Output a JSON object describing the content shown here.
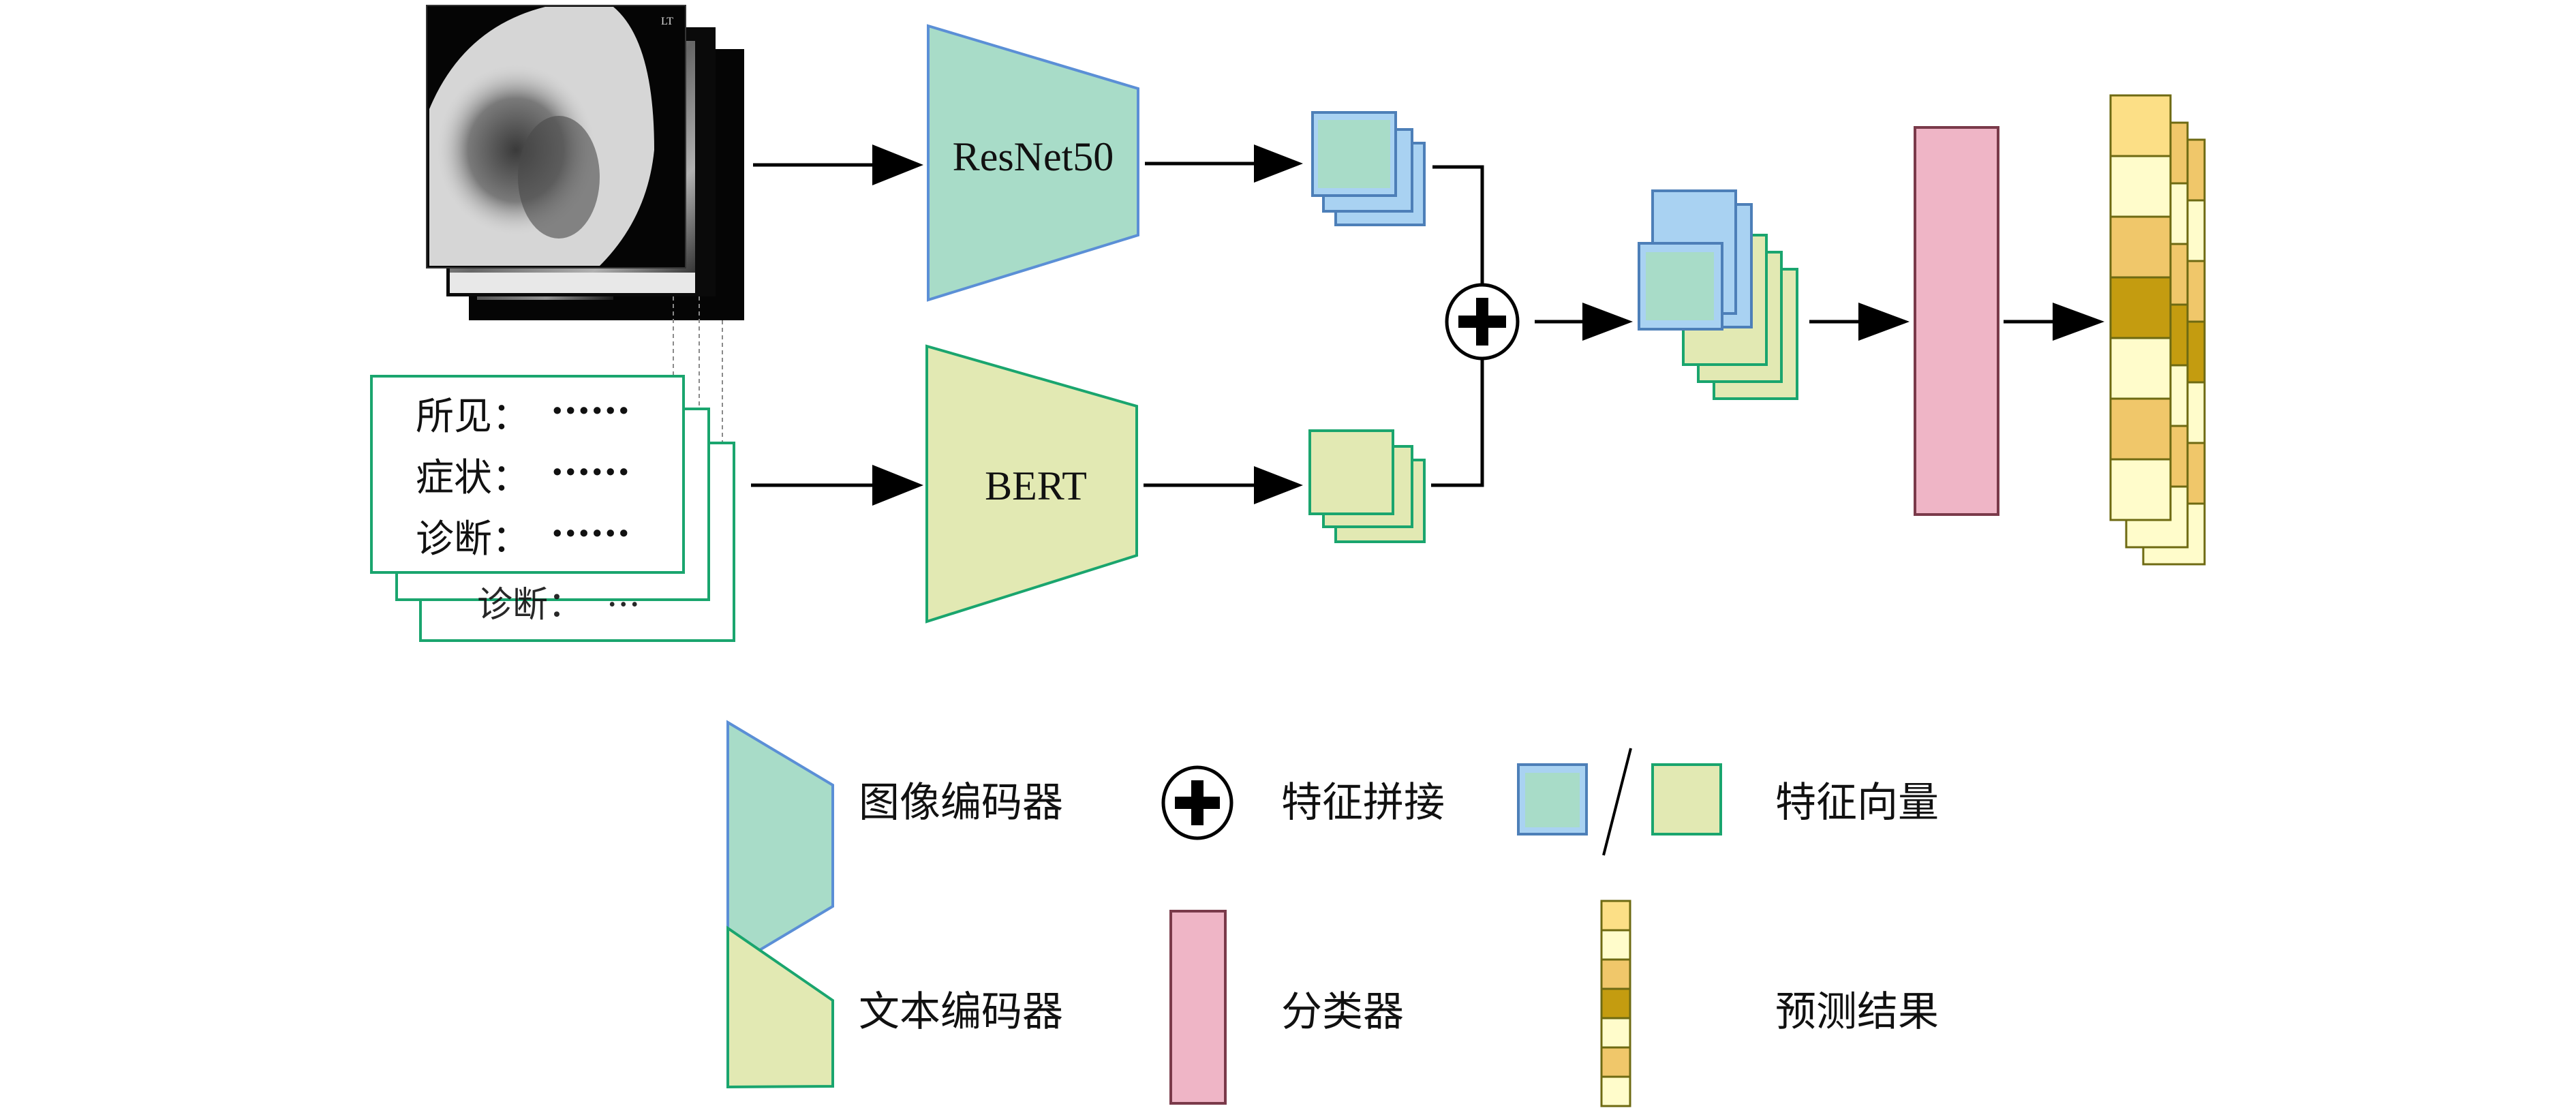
{
  "diagram": {
    "inputs": {
      "image": {
        "marker": "LT"
      },
      "report": {
        "lines": [
          {
            "label": "所见：",
            "dots": "······"
          },
          {
            "label": "症状：",
            "dots": "······"
          },
          {
            "label": "诊断：",
            "dots": "······"
          }
        ],
        "hidden_line_label": "诊断：",
        "hidden_line_dots": "···"
      }
    },
    "encoders": {
      "image_encoder_label": "ResNet50",
      "text_encoder_label": "BERT"
    },
    "operator": {
      "symbol": "+"
    }
  },
  "legend": {
    "image_encoder": "图像编码器",
    "concat": "特征拼接",
    "feature_vector": "特征向量",
    "text_encoder": "文本编码器",
    "classifier": "分类器",
    "prediction": "预测结果"
  },
  "colors": {
    "image_fill": "#a8dcc8",
    "image_border": "#5b8fd6",
    "image_border_light": "#a9d2f2",
    "text_fill": "#e2e9b3",
    "text_border": "#1aa56e",
    "classifier_fill": "#efb5c6",
    "classifier_border": "#7a3a4a",
    "pred_light": "#fffccb",
    "pred_mid": "#f0c76a",
    "pred_top": "#fcdf86",
    "pred_dark": "#c49c10",
    "pred_border": "#6e6a12",
    "arrow": "#000000"
  }
}
